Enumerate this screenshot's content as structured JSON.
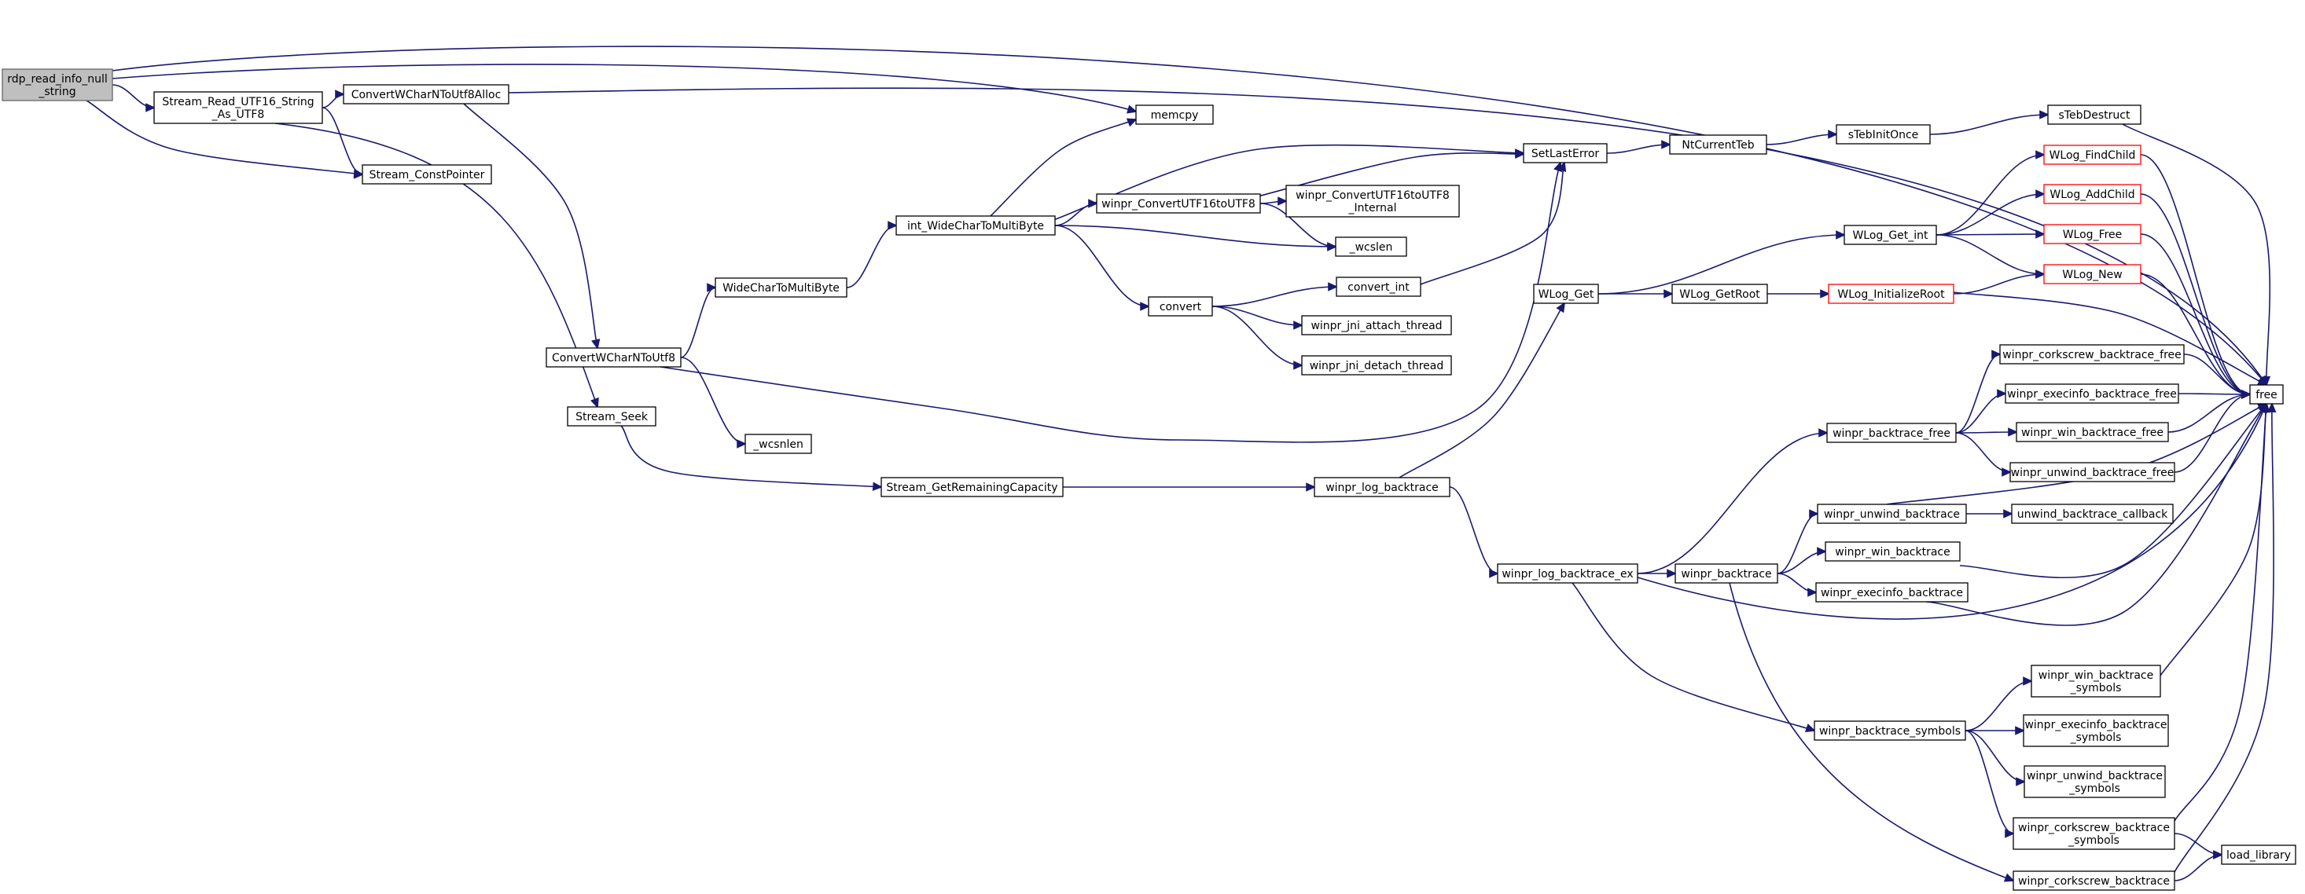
{
  "colors": {
    "edge": "#191970",
    "node_border": "#000000",
    "node_border_incomplete": "#ff0000",
    "root_fill": "#bfbfbf",
    "node_fill": "#ffffff"
  },
  "nodes": {
    "rdp": {
      "lines": [
        "rdp_read_info_null",
        "_string"
      ],
      "style": "root"
    },
    "sru": {
      "lines": [
        "Stream_Read_UTF16_String",
        "_As_UTF8"
      ]
    },
    "cwa": {
      "lines": [
        "ConvertWCharNToUtf8Alloc"
      ]
    },
    "memcpy": {
      "lines": [
        "memcpy"
      ]
    },
    "scp": {
      "lines": [
        "Stream_ConstPointer"
      ]
    },
    "cwn": {
      "lines": [
        "ConvertWCharNToUtf8"
      ]
    },
    "sseek": {
      "lines": [
        "Stream_Seek"
      ]
    },
    "wctmb": {
      "lines": [
        "WideCharToMultiByte"
      ]
    },
    "wcsnlen": {
      "lines": [
        "_wcsnlen"
      ]
    },
    "iwctmb": {
      "lines": [
        "int_WideCharToMultiByte"
      ]
    },
    "wcu": {
      "lines": [
        "winpr_ConvertUTF16toUTF8"
      ]
    },
    "wcui": {
      "lines": [
        "winpr_ConvertUTF16toUTF8",
        "_Internal"
      ]
    },
    "wcslen": {
      "lines": [
        "_wcslen"
      ]
    },
    "convert": {
      "lines": [
        "convert"
      ]
    },
    "cint": {
      "lines": [
        "convert_int"
      ]
    },
    "jat": {
      "lines": [
        "winpr_jni_attach_thread"
      ]
    },
    "jdt": {
      "lines": [
        "winpr_jni_detach_thread"
      ]
    },
    "sle": {
      "lines": [
        "SetLastError"
      ]
    },
    "nct": {
      "lines": [
        "NtCurrentTeb"
      ]
    },
    "stio": {
      "lines": [
        "sTebInitOnce"
      ]
    },
    "std": {
      "lines": [
        "sTebDestruct"
      ]
    },
    "sgrc": {
      "lines": [
        "Stream_GetRemainingCapacity"
      ]
    },
    "wlb": {
      "lines": [
        "winpr_log_backtrace"
      ]
    },
    "wlbex": {
      "lines": [
        "winpr_log_backtrace_ex"
      ]
    },
    "wlget": {
      "lines": [
        "WLog_Get"
      ]
    },
    "wlgetroot": {
      "lines": [
        "WLog_GetRoot"
      ]
    },
    "wlinit": {
      "lines": [
        "WLog_InitializeRoot"
      ],
      "style": "red"
    },
    "wlgetint": {
      "lines": [
        "WLog_Get_int"
      ]
    },
    "wlfind": {
      "lines": [
        "WLog_FindChild"
      ],
      "style": "red"
    },
    "wladd": {
      "lines": [
        "WLog_AddChild"
      ],
      "style": "red"
    },
    "wlfree": {
      "lines": [
        "WLog_Free"
      ],
      "style": "red"
    },
    "wlnew": {
      "lines": [
        "WLog_New"
      ],
      "style": "red"
    },
    "free": {
      "lines": [
        "free"
      ]
    },
    "wbf": {
      "lines": [
        "winpr_backtrace_free"
      ]
    },
    "wcbf": {
      "lines": [
        "winpr_corkscrew_backtrace_free"
      ]
    },
    "webf": {
      "lines": [
        "winpr_execinfo_backtrace_free"
      ]
    },
    "wwbf": {
      "lines": [
        "winpr_win_backtrace_free"
      ]
    },
    "wubf": {
      "lines": [
        "winpr_unwind_backtrace_free"
      ]
    },
    "wub": {
      "lines": [
        "winpr_unwind_backtrace"
      ]
    },
    "ubc": {
      "lines": [
        "unwind_backtrace_callback"
      ]
    },
    "wb": {
      "lines": [
        "winpr_backtrace"
      ]
    },
    "wwb": {
      "lines": [
        "winpr_win_backtrace"
      ]
    },
    "web": {
      "lines": [
        "winpr_execinfo_backtrace"
      ]
    },
    "wbs": {
      "lines": [
        "winpr_backtrace_symbols"
      ]
    },
    "wwbs": {
      "lines": [
        "winpr_win_backtrace",
        "_symbols"
      ]
    },
    "webs": {
      "lines": [
        "winpr_execinfo_backtrace",
        "_symbols"
      ]
    },
    "wubs": {
      "lines": [
        "winpr_unwind_backtrace",
        "_symbols"
      ]
    },
    "wcbs": {
      "lines": [
        "winpr_corkscrew_backtrace",
        "_symbols"
      ]
    },
    "wcb": {
      "lines": [
        "winpr_corkscrew_backtrace"
      ]
    },
    "loadlib": {
      "lines": [
        "load_library"
      ]
    }
  },
  "edges": [
    [
      "rdp",
      "free"
    ],
    [
      "rdp",
      "memcpy"
    ],
    [
      "rdp",
      "sru"
    ],
    [
      "rdp",
      "scp"
    ],
    [
      "sru",
      "cwa"
    ],
    [
      "sru",
      "scp"
    ],
    [
      "sru",
      "sseek"
    ],
    [
      "cwa",
      "free"
    ],
    [
      "cwa",
      "cwn"
    ],
    [
      "cwn",
      "wctmb"
    ],
    [
      "cwn",
      "wcsnlen"
    ],
    [
      "cwn",
      "sle"
    ],
    [
      "sseek",
      "sgrc"
    ],
    [
      "wctmb",
      "iwctmb"
    ],
    [
      "iwctmb",
      "memcpy"
    ],
    [
      "iwctmb",
      "sle"
    ],
    [
      "iwctmb",
      "wcu"
    ],
    [
      "iwctmb",
      "wcslen"
    ],
    [
      "iwctmb",
      "convert"
    ],
    [
      "wcu",
      "sle"
    ],
    [
      "wcu",
      "wcui"
    ],
    [
      "wcu",
      "wcslen"
    ],
    [
      "convert",
      "cint"
    ],
    [
      "convert",
      "jat"
    ],
    [
      "convert",
      "jdt"
    ],
    [
      "cint",
      "sle"
    ],
    [
      "sle",
      "nct"
    ],
    [
      "nct",
      "stio"
    ],
    [
      "stio",
      "std"
    ],
    [
      "std",
      "free"
    ],
    [
      "sgrc",
      "wlb"
    ],
    [
      "wlb",
      "wlget"
    ],
    [
      "wlb",
      "wlbex"
    ],
    [
      "wlget",
      "wlgetint"
    ],
    [
      "wlget",
      "wlgetroot"
    ],
    [
      "wlgetroot",
      "wlinit"
    ],
    [
      "wlinit",
      "wlnew"
    ],
    [
      "wlinit",
      "free"
    ],
    [
      "wlgetint",
      "wlfind"
    ],
    [
      "wlgetint",
      "wladd"
    ],
    [
      "wlgetint",
      "wlfree"
    ],
    [
      "wlgetint",
      "wlnew"
    ],
    [
      "wlfind",
      "free"
    ],
    [
      "wladd",
      "free"
    ],
    [
      "wlfree",
      "free"
    ],
    [
      "wlnew",
      "free"
    ],
    [
      "wlbex",
      "wbf"
    ],
    [
      "wlbex",
      "wb"
    ],
    [
      "wlbex",
      "free"
    ],
    [
      "wlbex",
      "wbs"
    ],
    [
      "wbf",
      "wcbf"
    ],
    [
      "wbf",
      "webf"
    ],
    [
      "wbf",
      "wwbf"
    ],
    [
      "wbf",
      "wubf"
    ],
    [
      "wcbf",
      "free"
    ],
    [
      "webf",
      "free"
    ],
    [
      "wwbf",
      "free"
    ],
    [
      "wubf",
      "free"
    ],
    [
      "wb",
      "wub"
    ],
    [
      "wb",
      "wwb"
    ],
    [
      "wb",
      "web"
    ],
    [
      "wb",
      "wcb"
    ],
    [
      "wub",
      "ubc"
    ],
    [
      "wub",
      "free"
    ],
    [
      "wwb",
      "free"
    ],
    [
      "web",
      "free"
    ],
    [
      "wbs",
      "wwbs"
    ],
    [
      "wbs",
      "webs"
    ],
    [
      "wbs",
      "wubs"
    ],
    [
      "wbs",
      "wcbs"
    ],
    [
      "wwbs",
      "free"
    ],
    [
      "wcbs",
      "free"
    ],
    [
      "wcbs",
      "loadlib"
    ],
    [
      "wcb",
      "free"
    ],
    [
      "wcb",
      "loadlib"
    ]
  ]
}
